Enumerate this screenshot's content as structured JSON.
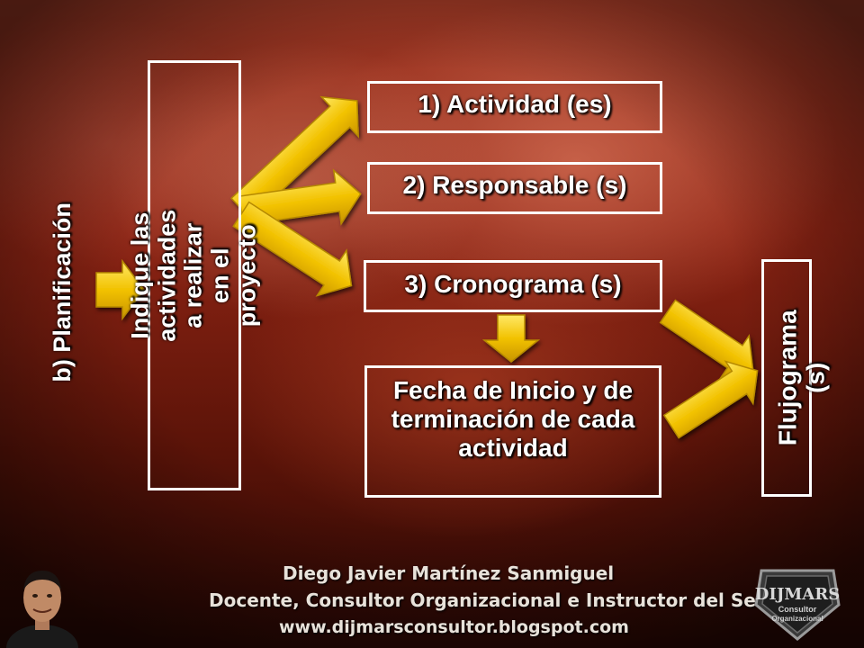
{
  "diagram": {
    "stage_label": "b) Planificación",
    "instruction": "Indique las actividades a realizar en el proyecto",
    "items": [
      {
        "label": "1) Actividad (es)"
      },
      {
        "label": "2) Responsable (s)"
      },
      {
        "label": "3) Cronograma (s)"
      }
    ],
    "dates_box": "Fecha de Inicio y de terminación de cada actividad",
    "result": "Flujograma (s)"
  },
  "footer": {
    "author": "Diego Javier Martínez Sanmiguel",
    "role": "Docente, Consultor Organizacional e Instructor del Sena Cali",
    "website": "www.dijmarsconsultor.blogspot.com"
  },
  "logo": {
    "name": "DIJMARS",
    "line1": "Consultor",
    "line2": "Organizacional"
  },
  "colors": {
    "arrow_fill": "#f2c200",
    "arrow_stroke": "#b58900",
    "box_border": "#ffffff",
    "text": "#ffffff"
  },
  "icons": {
    "arrows": "yellow-arrow-icon",
    "portrait": "author-portrait-icon",
    "logo": "dijmars-shield-logo"
  }
}
